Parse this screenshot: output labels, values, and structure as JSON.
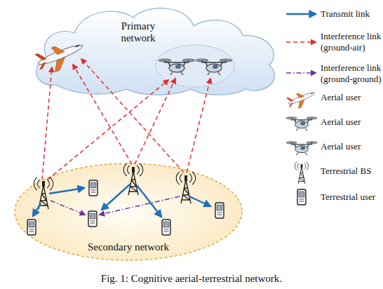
{
  "diagram": {
    "caption": "Fig. 1: Cognitive aerial-terrestrial network.",
    "nodes": [
      {
        "text": [
          "Primary network"
        ]
      },
      {
        "text": [
          "Secondary network"
        ]
      }
    ],
    "legend": [
      {
        "text": "Transmit link"
      },
      {
        "text": "Interference link (ground-air)"
      },
      {
        "text": "Interference link (ground-ground)"
      },
      {
        "text": "Aerial user"
      },
      {
        "text": "Aerial user"
      },
      {
        "text": "Aerial user"
      },
      {
        "text": "Terrestrial BS"
      },
      {
        "text": "Terrestrial user"
      }
    ]
  }
}
